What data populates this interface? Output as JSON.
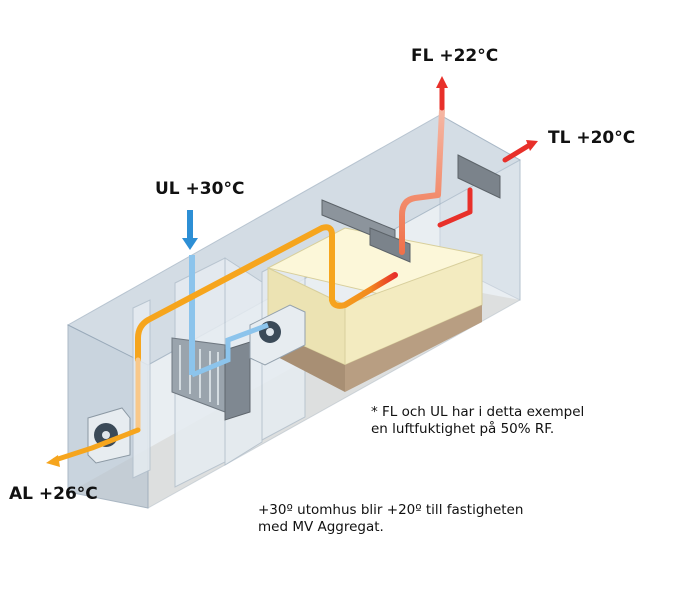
{
  "labels": {
    "fl": "FL +22°C",
    "tl": "TL +20°C",
    "ul": "UL +30°C",
    "al": "AL +26°C"
  },
  "notes": {
    "humidity_line1": "* FL och UL har i detta exempel",
    "humidity_line2": "en luftfuktighet på 50% RF.",
    "summary_line1": "+30º utomhus blir +20º till fastigheten",
    "summary_line2": "med MV Aggregat."
  },
  "colors": {
    "supply_air": "#e8302a",
    "extract_air": "#f5a21b",
    "outdoor_air": "#3a9ad9",
    "housing": "#b9c6d3"
  }
}
